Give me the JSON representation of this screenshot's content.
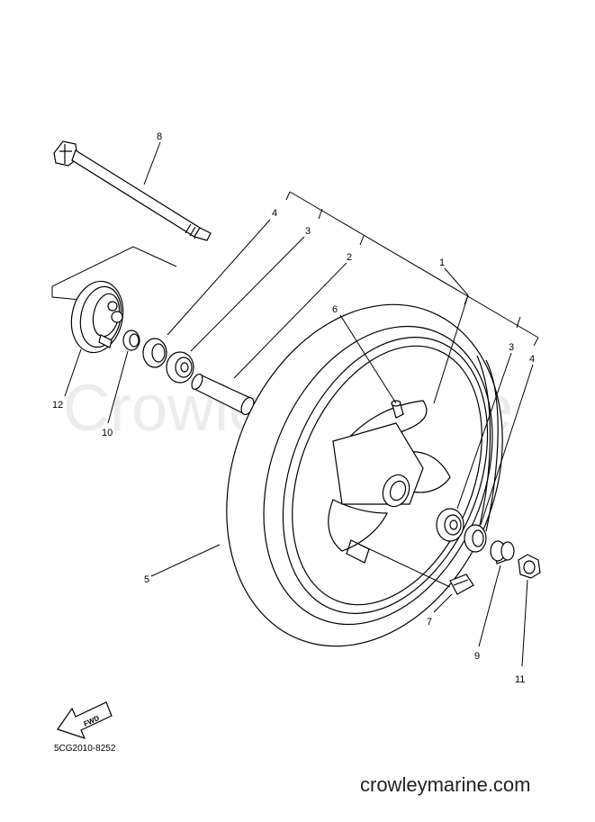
{
  "watermark": "Crowley Marine",
  "site_url": "crowleymarine.com",
  "diagram_code": "5CG2010-8252",
  "fwd_label": "FWD",
  "callouts": {
    "c1": "1",
    "c2": "2",
    "c3a": "3",
    "c3b": "3",
    "c4a": "4",
    "c4b": "4",
    "c5": "5",
    "c6": "6",
    "c7": "7",
    "c8": "8",
    "c9": "9",
    "c10": "10",
    "c11": "11",
    "c12": "12"
  }
}
